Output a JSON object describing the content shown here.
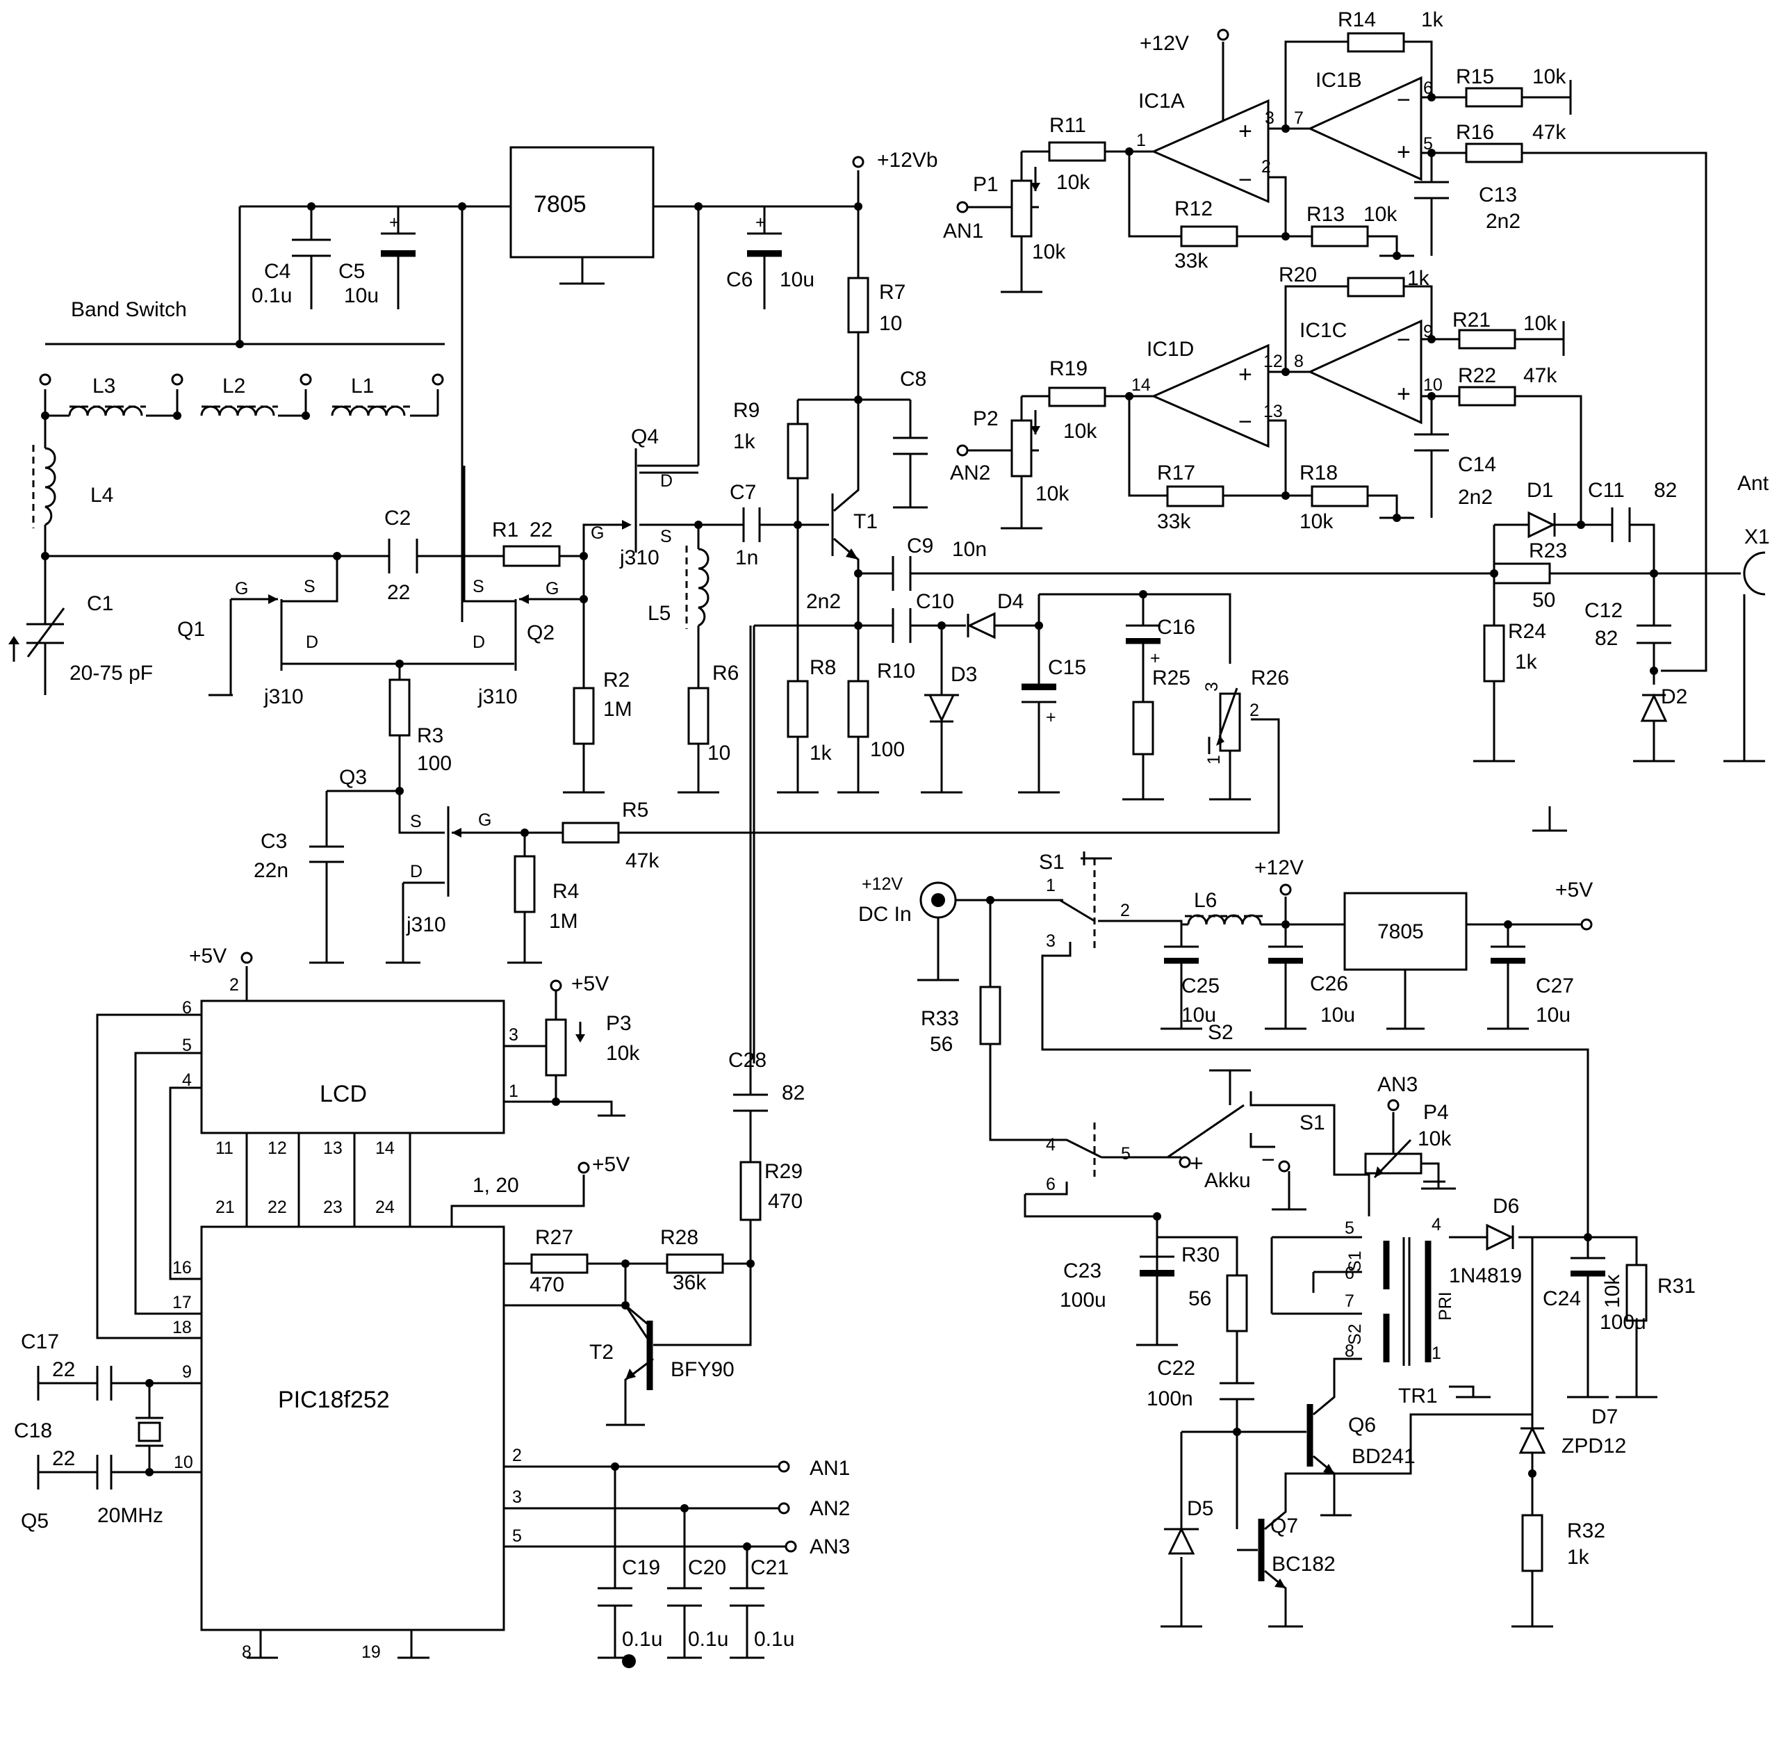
{
  "labels": {
    "t001": "Band Switch",
    "t002": "7805",
    "t003": "+12Vb",
    "t004": "+12V",
    "t005": "R14",
    "t006": "1k",
    "t007": "IC1A",
    "t008": "IC1B",
    "t009": "R15",
    "t010": "10k",
    "t011": "R16",
    "t012": "47k",
    "t013": "R11",
    "t014": "10k",
    "t015": "P1",
    "t016": "AN1",
    "t017": "10k",
    "t018": "R12",
    "t019": "33k",
    "t020": "R13",
    "t021": "10k",
    "t022": "C13",
    "t023": "2n2",
    "t024": "R20",
    "t025": "1k",
    "t026": "IC1C",
    "t027": "IC1D",
    "t028": "R21",
    "t029": "10k",
    "t030": "R22",
    "t031": "47k",
    "t032": "R19",
    "t033": "P2",
    "t034": "AN2",
    "t035": "10k",
    "t036": "10k",
    "t037": "R17",
    "t038": "33k",
    "t039": "R18",
    "t040": "10k",
    "t041": "C14",
    "t042": "2n2",
    "t043": "C4",
    "t044": "0.1u",
    "t045": "C5",
    "t046": "10u",
    "t047": "C6",
    "t048": "10u",
    "t049": "R7",
    "t050": "10",
    "t051": "C8",
    "t052": "L3",
    "t053": "L2",
    "t054": "L1",
    "t055": "L4",
    "t056": "Q4",
    "t057": "R9",
    "t058": "1k",
    "t059": "C7",
    "t060": "1n",
    "t061": "T1",
    "t062": "C9",
    "t063": "10n",
    "t064": "D1",
    "t065": "C11",
    "t066": "82",
    "t067": "Ant",
    "t068": "X1",
    "t069": "R23",
    "t070": "50",
    "t071": "C2",
    "t072": "22",
    "t073": "R1",
    "t074": "22",
    "t075": "j310",
    "t076": "L5",
    "t077": "2n2",
    "t078": "C10",
    "t079": "D4",
    "t080": "C16",
    "t081": "R24",
    "t082": "1k",
    "t083": "C12",
    "t084": "82",
    "t085": "C1",
    "t086": "20-75 pF",
    "t087": "Q1",
    "t088": "Q2",
    "t089": "j310",
    "t090": "j310",
    "t091": "R2",
    "t092": "1M",
    "t093": "R6",
    "t094": "10",
    "t095": "R8",
    "t096": "1k",
    "t097": "R10",
    "t098": "100",
    "t099": "D3",
    "t100": "C15",
    "t101": "R25",
    "t102": "R26",
    "t103": "D2",
    "t104": "R3",
    "t105": "100",
    "t106": "Q3",
    "t107": "C3",
    "t108": "22n",
    "t109": "R5",
    "t110": "47k",
    "t111": "R4",
    "t112": "1M",
    "t113": "j310",
    "t114": "S1",
    "t115": "+12V",
    "t116": "DC In",
    "t117": "L6",
    "t118": "+12V",
    "t119": "7805",
    "t120": "+5V",
    "t121": "R33",
    "t122": "56",
    "t123": "C25",
    "t124": "10u",
    "t125": "C26",
    "t126": "10u",
    "t127": "C27",
    "t128": "10u",
    "t129": "S2",
    "t130": "AN3",
    "t131": "S1",
    "t132": "P4",
    "t133": "10k",
    "t134": "Akku",
    "t135": "+5V",
    "t136": "LCD",
    "t137": "P3",
    "t138": "10k",
    "t139": "+5V",
    "t140": "C28",
    "t141": "82",
    "t142": "R29",
    "t143": "470",
    "t144": "+5V",
    "t145": "1, 20",
    "t146": "R27",
    "t147": "470",
    "t148": "R28",
    "t149": "36k",
    "t150": "T2",
    "t151": "BFY90",
    "t152": "PIC18f252",
    "t153": "C17",
    "t154": "22",
    "t155": "C18",
    "t156": "22",
    "t157": "Q5",
    "t158": "20MHz",
    "t159": "AN1",
    "t160": "AN2",
    "t161": "AN3",
    "t162": "C19",
    "t163": "C20",
    "t164": "C21",
    "t165": "0.1u",
    "t166": "0.1u",
    "t167": "0.1u",
    "t168": "C23",
    "t169": "100u",
    "t170": "R30",
    "t171": "56",
    "t172": "C22",
    "t173": "100n",
    "t174": "Q6",
    "t175": "BD241",
    "t176": "Q7",
    "t177": "BC182",
    "t178": "D5",
    "t179": "TR1",
    "t180": "D6",
    "t181": "1N4819",
    "t182": "R31",
    "t183": "10k",
    "t184": "C24",
    "t185": "100u",
    "t186": "D7",
    "t187": "ZPD12",
    "t188": "R32",
    "t189": "1k"
  },
  "pins": {
    "p001": "1",
    "p002": "2",
    "p003": "3",
    "p004": "6",
    "p005": "5",
    "p006": "7",
    "p007": "14",
    "p008": "13",
    "p009": "12",
    "p010": "8",
    "p011": "9",
    "p012": "10",
    "p013": "G",
    "p014": "S",
    "p015": "D",
    "p016": "G",
    "p017": "S",
    "p018": "D",
    "p019": "S",
    "p020": "G",
    "p021": "D",
    "p022": "S",
    "p023": "G",
    "p024": "D",
    "p025": "1",
    "p026": "2",
    "p027": "3",
    "p028": "2",
    "p029": "6",
    "p030": "5",
    "p031": "4",
    "p032": "3",
    "p033": "1",
    "p034": "11",
    "p035": "12",
    "p036": "13",
    "p037": "14",
    "p038": "21",
    "p039": "22",
    "p040": "23",
    "p041": "24",
    "p042": "16",
    "p043": "17",
    "p044": "18",
    "p045": "9",
    "p046": "10",
    "p047": "2",
    "p048": "3",
    "p049": "5",
    "p050": "8",
    "p051": "19",
    "p052": "1",
    "p053": "2",
    "p054": "3",
    "p055": "4",
    "p056": "5",
    "p057": "6",
    "p058": "5",
    "p059": "6",
    "p060": "7",
    "p061": "8",
    "p062": "4",
    "p063": "1",
    "p064": "S1",
    "p065": "S2",
    "p066": "PRI",
    "p067": "+",
    "p068": "−",
    "p069": "+",
    "p070": "−",
    "p071": "+",
    "p072": "−",
    "p073": "+",
    "p074": "−",
    "p075": "+",
    "p076": "−"
  }
}
